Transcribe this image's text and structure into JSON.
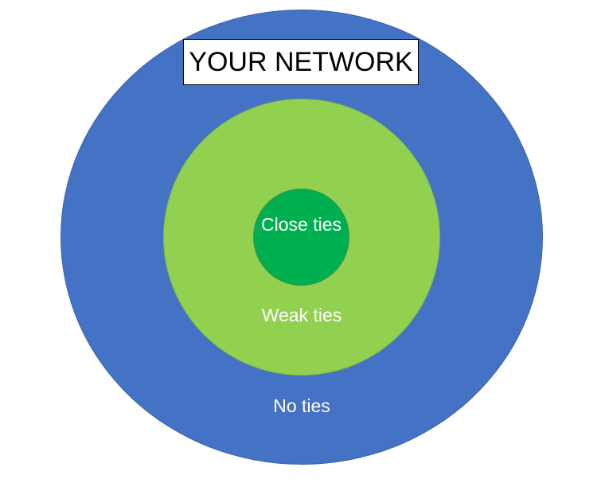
{
  "title": "YOUR NETWORK",
  "rings": {
    "close": {
      "label": "Close ties",
      "color": "#00b050"
    },
    "weak": {
      "label": "Weak ties",
      "color": "#92d050"
    },
    "none": {
      "label": "No ties",
      "color": "#4472c4"
    }
  }
}
